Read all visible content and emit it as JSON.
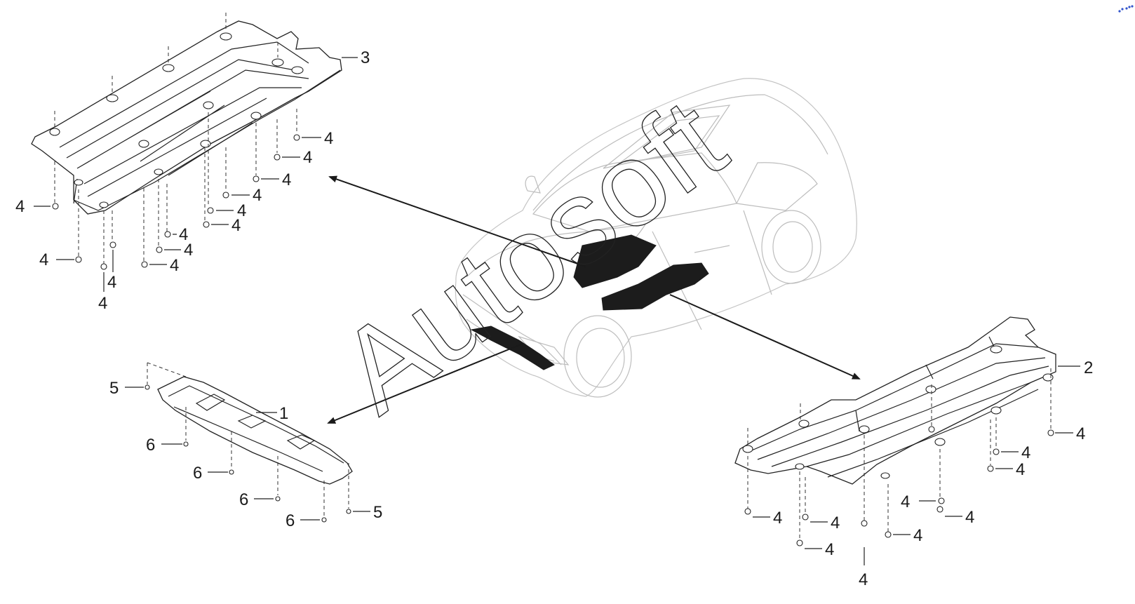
{
  "diagram": {
    "watermark_text": "Autosoft",
    "callouts": {
      "part1": "1",
      "part2": "2",
      "part3": "3",
      "fastener4": "4",
      "fastener5": "5",
      "fastener6": "6"
    }
  },
  "colors": {
    "line": "#222222",
    "car_outline": "#bdbdbd",
    "highlight": "#1c1c1c",
    "corner_mark": "#3355cc"
  },
  "icons": {
    "corner_mark": "dots-icon"
  }
}
